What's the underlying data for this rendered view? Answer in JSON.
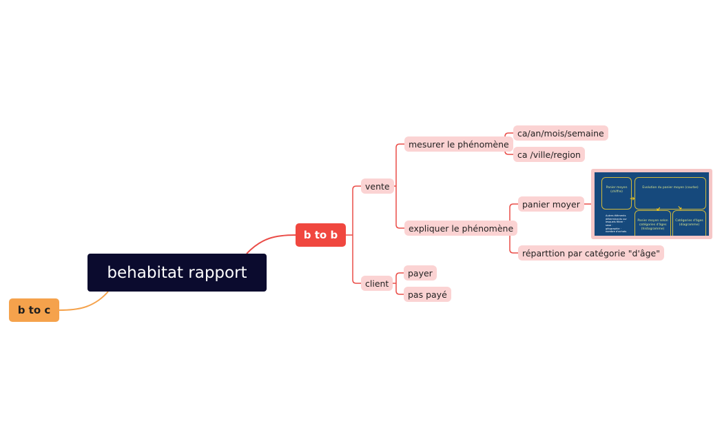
{
  "mindmap": {
    "root": {
      "label": "behabitat rapport"
    },
    "b_to_b": {
      "label": "b to b",
      "vente": {
        "label": "vente",
        "mesurer": {
          "label": "mesurer le phénomène",
          "children": [
            "ca/an/mois/semaine",
            "ca /ville/region"
          ]
        },
        "expliquer": {
          "label": "expliquer le phénomène",
          "panier_moyer": "panier moyer",
          "repartition": "réparttion par catégorie \"d'âge\""
        }
      },
      "client": {
        "label": "client",
        "children": [
          "payer",
          "pas payé"
        ]
      }
    },
    "b_to_c": {
      "label": "b to c"
    }
  },
  "thumbnail": {
    "box1": "Panier moyen (chiffre)",
    "box2": "Evolution du panier moyen (courbe)",
    "box3": "Panier moyen selon catégories d'âges (histogramme)",
    "box4": "Catégories d'âges (diagramme)",
    "note": "Autres éléments déterminants sur lesquels filtrer · sexe · géographie · nombre d'achats"
  },
  "colors": {
    "root_bg": "#0b0b2e",
    "b_to_b": "#f0473f",
    "b_to_c": "#f5a24c",
    "subnode_bg": "#fbd3d3",
    "edge_red": "#ea4c47",
    "edge_orange": "#f5a24c"
  }
}
